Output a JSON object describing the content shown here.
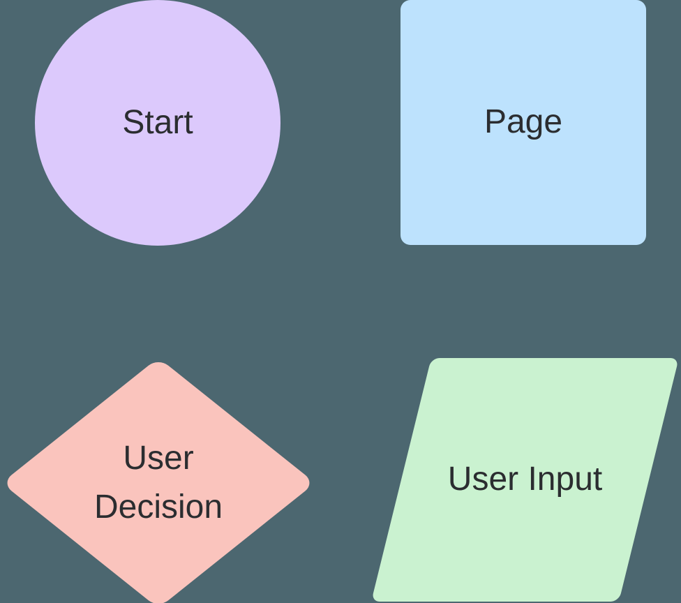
{
  "canvas": {
    "background": "#4C6770",
    "text_color": "#2B2D30"
  },
  "nodes": {
    "start": {
      "shape": "circle",
      "label": "Start",
      "fill": "#DCC9FC"
    },
    "page": {
      "shape": "rounded-square",
      "label": "Page",
      "fill": "#BDE2FD"
    },
    "decision": {
      "shape": "diamond",
      "label_lines": [
        "User",
        "Decision"
      ],
      "fill": "#FAC4BD"
    },
    "input": {
      "shape": "parallelogram",
      "label": "User Input",
      "fill": "#CAF2D0"
    }
  }
}
